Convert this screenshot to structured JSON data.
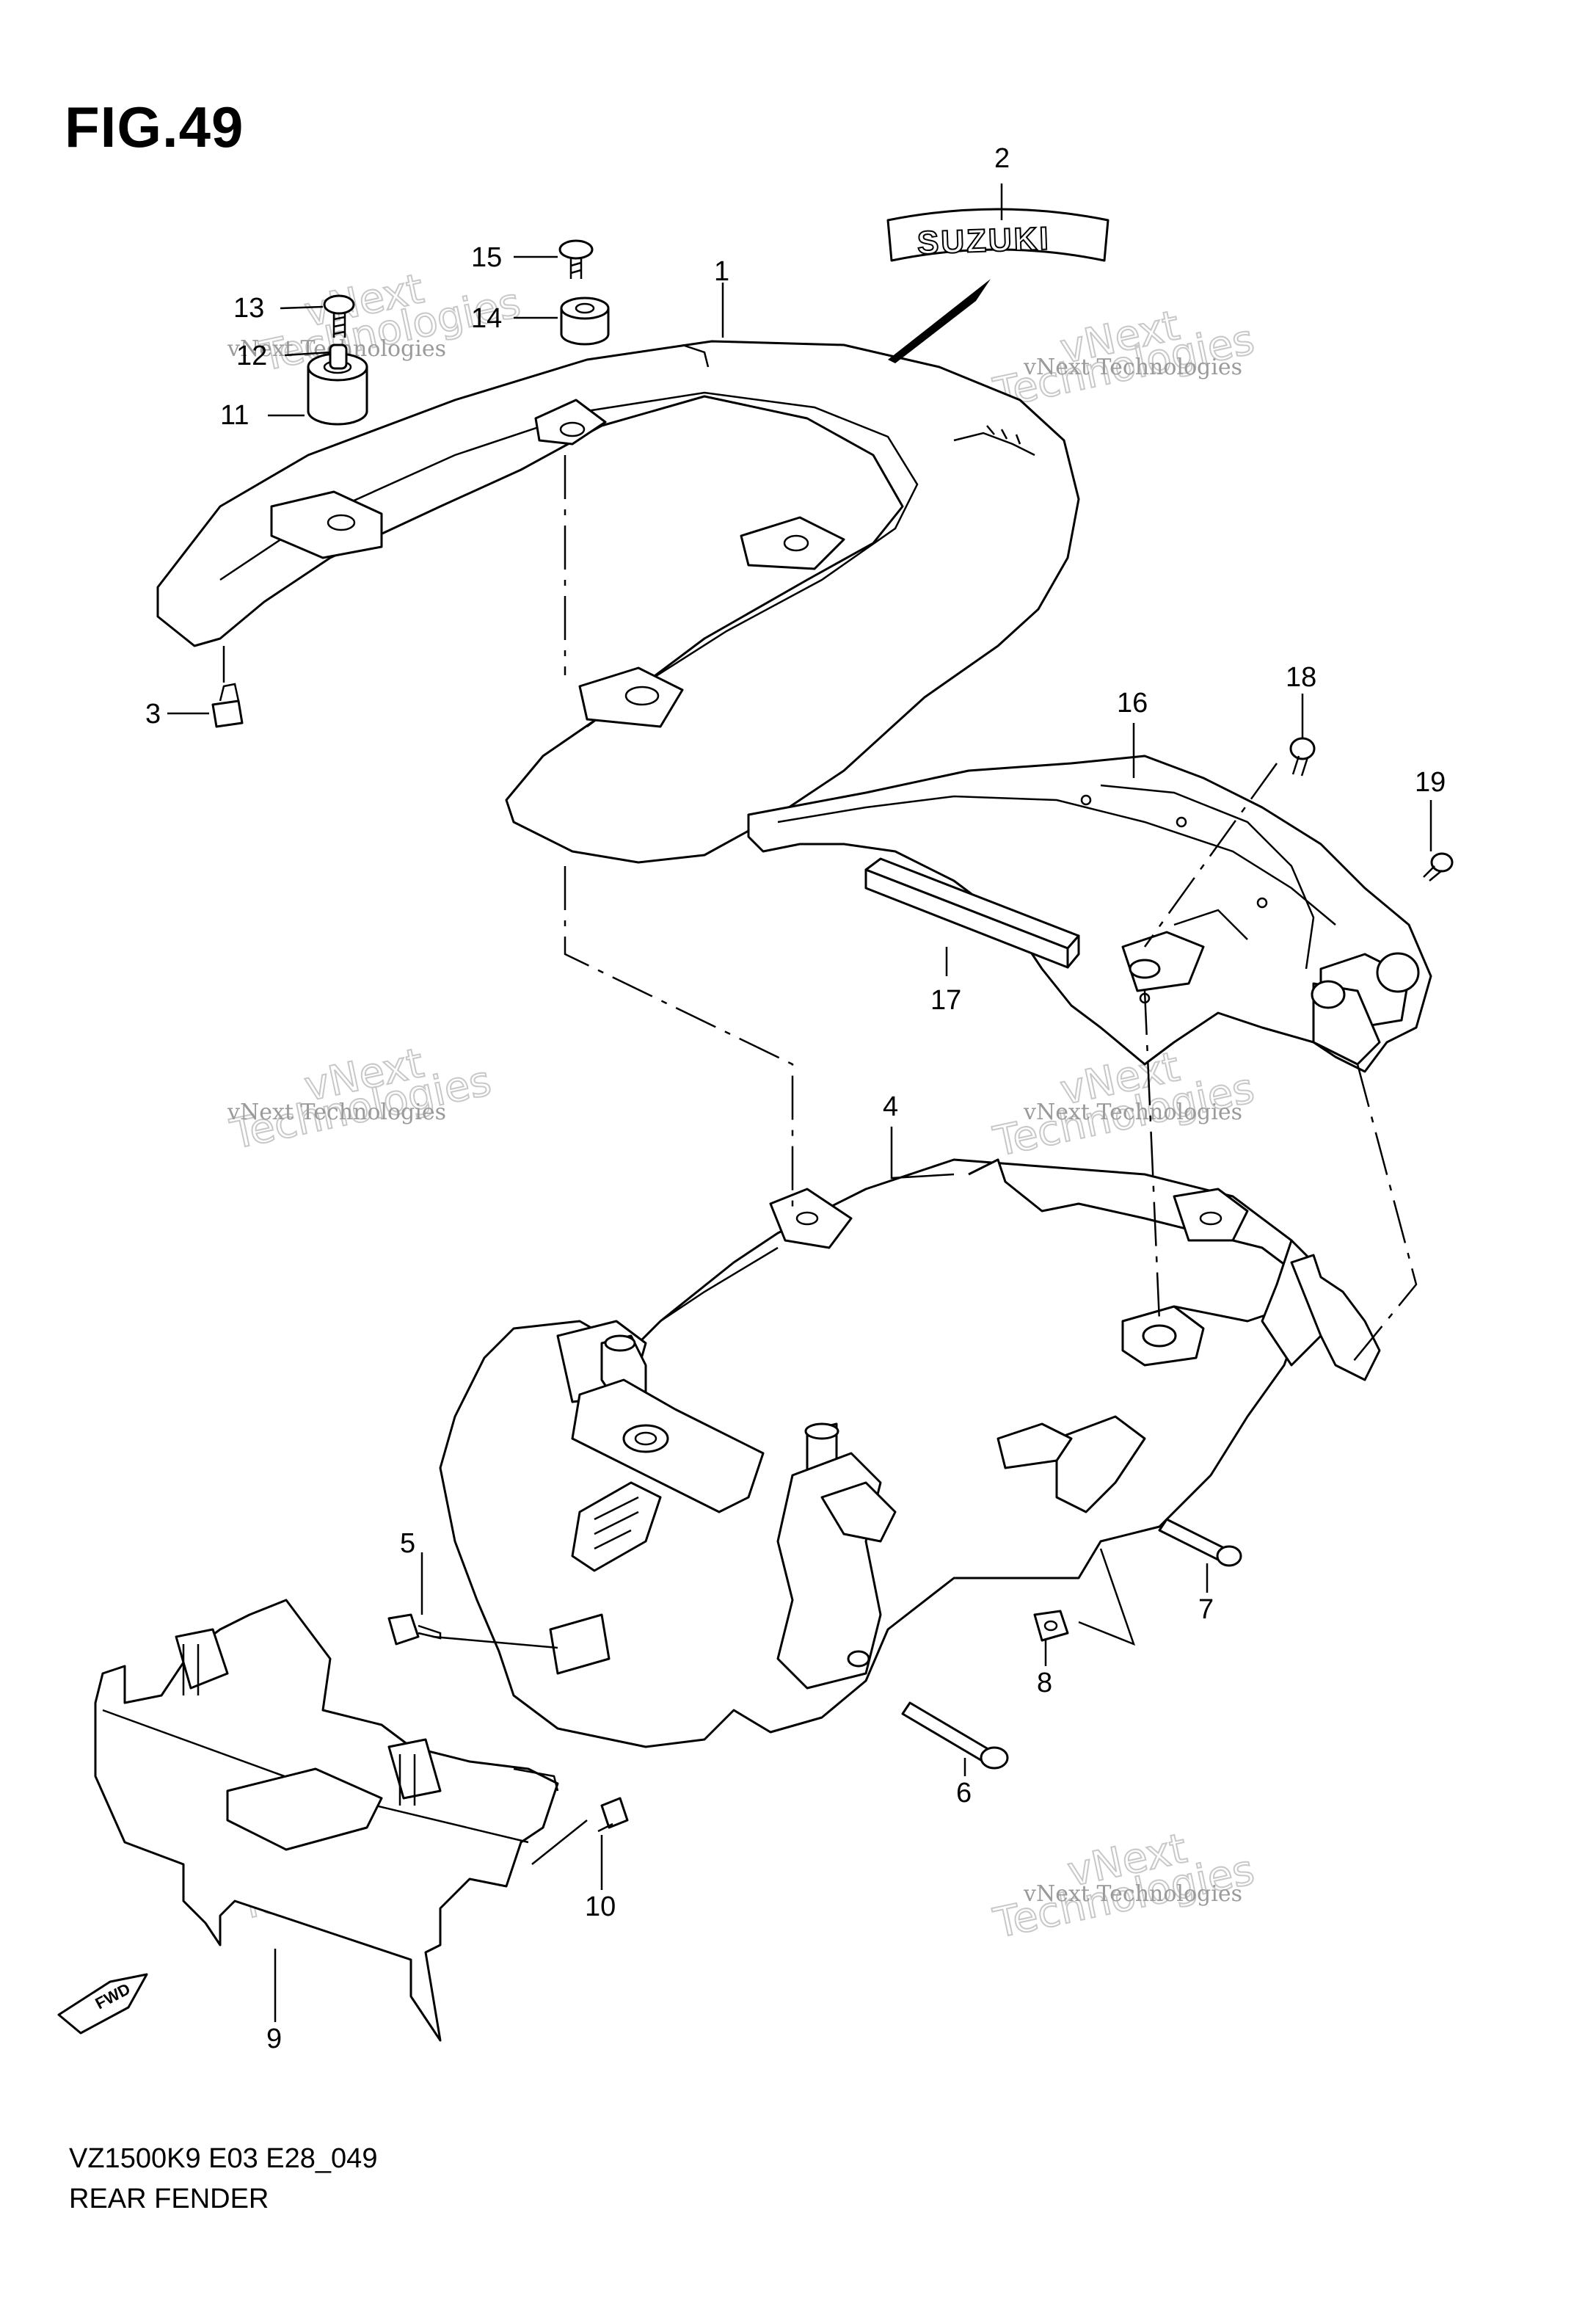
{
  "figure": {
    "title": "FIG.49",
    "model_code": "VZ1500K9 E03 E28_049",
    "section_name": "REAR FENDER"
  },
  "decal_text": "SUZUKI",
  "fwd_label": "FWD",
  "watermark": {
    "line1": "vNext Technologies",
    "line2": "vNext",
    "line3": "Technologies"
  },
  "callouts": [
    "1",
    "2",
    "3",
    "4",
    "5",
    "6",
    "7",
    "8",
    "9",
    "10",
    "11",
    "12",
    "13",
    "14",
    "15",
    "16",
    "17",
    "18",
    "19"
  ]
}
